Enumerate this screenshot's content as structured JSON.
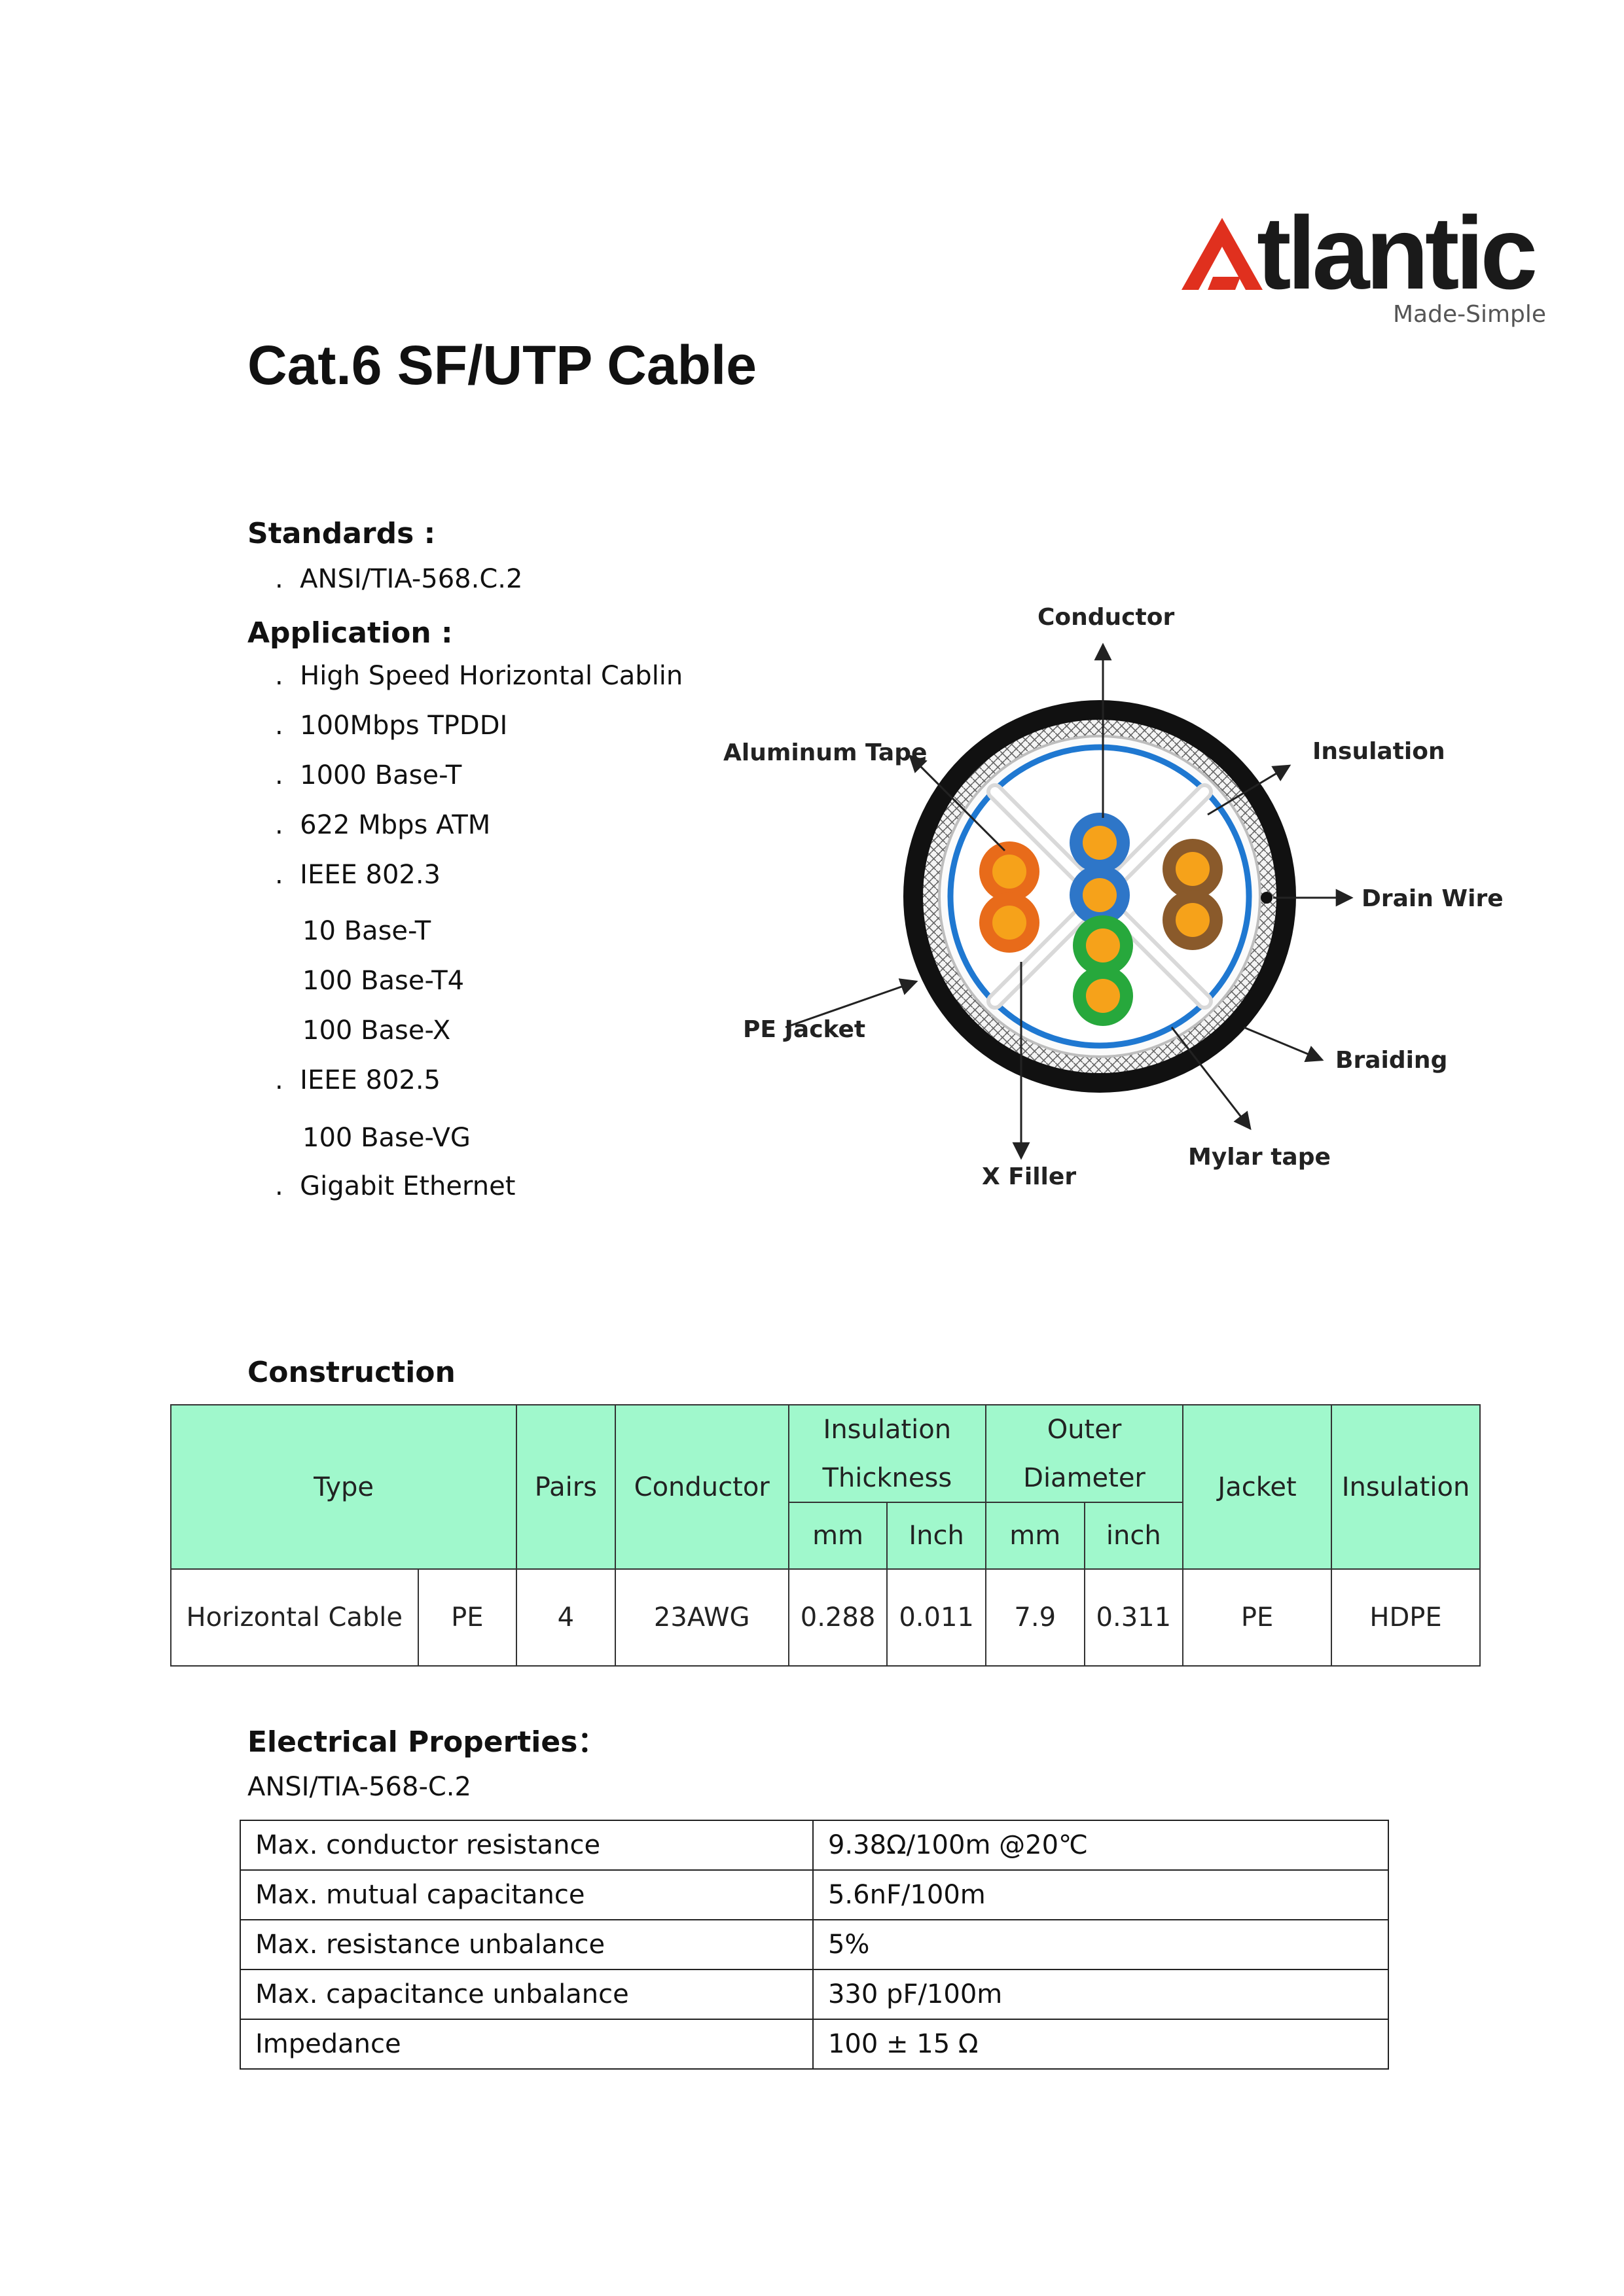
{
  "logo": {
    "word": "tlantic",
    "tagline": "Made-Simple",
    "accent_color": "#e0301e"
  },
  "title": "Cat.6 SF/UTP Cable",
  "standards": {
    "heading": "Standards :",
    "items": [
      "ANSI/TIA-568.C.2"
    ]
  },
  "application": {
    "heading": "Application :",
    "items": [
      {
        "text": "High Speed Horizontal Cablin",
        "bullet": true
      },
      {
        "text": "100Mbps TPDDI",
        "bullet": true
      },
      {
        "text": "1000 Base-T",
        "bullet": true
      },
      {
        "text": "622 Mbps ATM",
        "bullet": true
      },
      {
        "text": "IEEE 802.3",
        "bullet": true
      },
      {
        "text": "10 Base-T",
        "bullet": false
      },
      {
        "text": "100 Base-T4",
        "bullet": false
      },
      {
        "text": "100 Base-X",
        "bullet": false
      },
      {
        "text": "IEEE 802.5",
        "bullet": true
      },
      {
        "text": "100 Base-VG",
        "bullet": false
      },
      {
        "text": "Gigabit Ethernet",
        "bullet": true
      }
    ]
  },
  "diagram": {
    "labels": {
      "conductor": "Conductor",
      "insulation": "Insulation",
      "aluminum_tape": "Aluminum Tape",
      "drain_wire": "Drain Wire",
      "pe_jacket": "PE Jacket",
      "braiding": "Braiding",
      "x_filler": "X Filler",
      "mylar_tape": "Mylar tape"
    },
    "pair_colors": [
      "#2e76c8",
      "#e86b1a",
      "#8a5a2b",
      "#27a83c"
    ]
  },
  "construction": {
    "heading": "Construction",
    "headers": {
      "type": "Type",
      "pairs": "Pairs",
      "conductor": "Conductor",
      "ins_thickness_1": "Insulation",
      "ins_thickness_2": "Thickness",
      "outer_diameter_1": "Outer",
      "outer_diameter_2": "Diameter",
      "jacket": "Jacket",
      "insulation": "Insulation",
      "mm1": "mm",
      "inch1": "Inch",
      "mm2": "mm",
      "inch2": "inch"
    },
    "row": {
      "type": "Horizontal Cable",
      "type_sub": "PE",
      "pairs": "4",
      "conductor": "23AWG",
      "ins_mm": "0.288",
      "ins_inch": "0.011",
      "od_mm": "7.9",
      "od_inch": "0.311",
      "jacket": "PE",
      "insulation": "HDPE"
    },
    "header_color": "#a0f8cc"
  },
  "electrical": {
    "heading": "Electrical Properties：",
    "standard": "ANSI/TIA-568-C.2",
    "rows": [
      {
        "property": "Max. conductor resistance",
        "value": "9.38Ω/100m @20℃"
      },
      {
        "property": "Max. mutual capacitance",
        "value": "5.6nF/100m"
      },
      {
        "property": "Max. resistance unbalance",
        "value": "5%"
      },
      {
        "property": "Max. capacitance unbalance",
        "value": "330 pF/100m"
      },
      {
        "property": "Impedance",
        "value": "100 ± 15 Ω"
      }
    ]
  }
}
